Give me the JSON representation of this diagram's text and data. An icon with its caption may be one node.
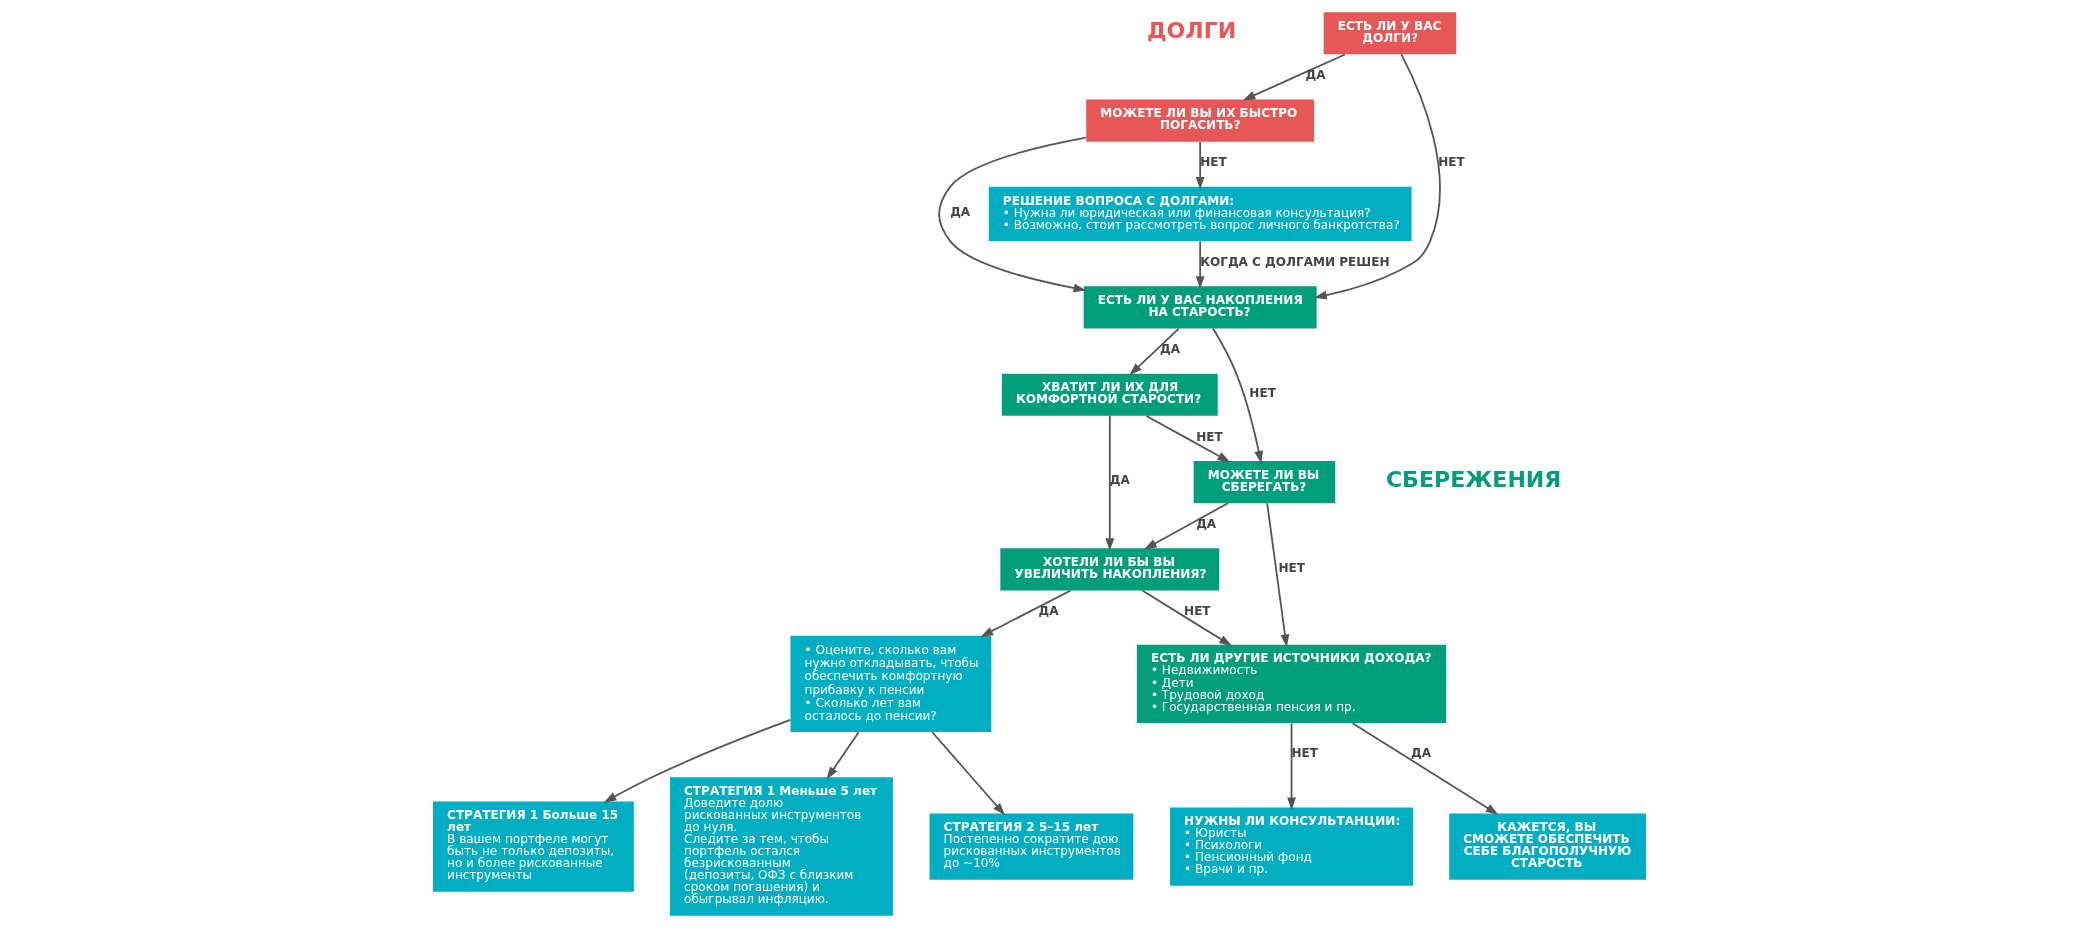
{
  "diagram": {
    "nodes": [
      {
        "text": [
          "ЕСТЬ ЛИ У ВАС ДОЛГИ?"
        ]
      },
      {
        "text": [
          "МОЖЕТЕ ЛИ ВЫ ИХ БЫСТРО ПОГАСИТЬ?"
        ]
      },
      {
        "text": [
          "РЕШЕНИЕ ВОПРОСА С ДОЛГАМИ:",
          "• Нужна ли юридическая или финансовая консультация?",
          "• Возможно, стоит рассмотреть вопрос личного банкротства?"
        ]
      },
      {
        "text": [
          "ЕСТЬ ЛИ У ВАС НАКОПЛЕНИЯ НА СТАРОСТЬ?"
        ]
      },
      {
        "text": [
          "ХВАТИТ ЛИ ИХ ДЛЯ КОМФОРТНОЙ СТАРОСТИ?"
        ]
      },
      {
        "text": [
          "МОЖЕТЕ ЛИ ВЫ СБЕРЕГАТЬ?"
        ]
      },
      {
        "text": [
          "ХОТЕЛИ ЛИ БЫ ВЫ УВЕЛИЧИТЬ НАКОПЛЕНИЯ?"
        ]
      },
      {
        "text": [
          "• Оцените, сколько вам нужно откладывать, чтобы обеспечить комфортную прибавку к пенсии",
          "• Сколько лет вам осталось до пенсии?"
        ]
      },
      {
        "text": [
          "СТРАТЕГИЯ 1 Меньше 5 лет",
          "Доведите долю рискованных инструментов до нуля.",
          "Следите за тем, чтобы портфель остался безрискованным (депозиты, ОФЗ с близким сроком погашения) и обыгрывал инфляцию."
        ]
      },
      {
        "text": [
          "СТРАТЕГИЯ 2 5–15 лет",
          "Постепенно сократите дою рискованных инструментов до ~10%"
        ]
      },
      {
        "text": [
          "СТРАТЕГИЯ 1 Больше 15 лет",
          "В вашем портфеле могут быть не только депозиты, но и более рискованные инструменты"
        ]
      },
      {
        "text": [
          "ЕСТЬ ЛИ ДРУГИЕ ИСТОЧНИКИ ДОХОДА?",
          "• Недвижимость",
          "• Дети",
          "• Трудовой доход",
          "• Государственная пенсия и пр."
        ]
      },
      {
        "text": [
          "КАЖЕТСЯ, ВЫ СМОЖЕТЕ ОБЕСПЕЧИТЬ СЕБЕ БЛАГОПОЛУЧНУЮ СТАРОСТЬ"
        ]
      },
      {
        "text": [
          "НУЖНЫ ЛИ КОНСУЛЬТАНЦИИ:",
          "• Юристы",
          "• Психологи",
          "• Пенсионный фонд",
          "• Врачи и пр."
        ]
      }
    ],
    "edges": [
      {
        "from": 0,
        "to": 1,
        "arrow": "to",
        "label": "ДА"
      },
      {
        "from": 0,
        "to": 3,
        "arrow": "to",
        "label": "НЕТ"
      },
      {
        "from": 1,
        "to": 2,
        "arrow": "to",
        "label": "НЕТ"
      },
      {
        "from": 1,
        "to": 3,
        "arrow": "to",
        "label": "ДА"
      },
      {
        "from": 2,
        "to": 3,
        "arrow": "to",
        "label": "КОГДА С ДОЛГАМИ РЕШЕН"
      },
      {
        "from": 3,
        "to": 4,
        "arrow": "to",
        "label": "ДА"
      },
      {
        "from": 3,
        "to": 5,
        "arrow": "to",
        "label": "НЕТ"
      },
      {
        "from": 4,
        "to": 5,
        "arrow": "to",
        "label": "НЕТ"
      },
      {
        "from": 4,
        "to": 6,
        "arrow": "to",
        "label": "ДА"
      },
      {
        "from": 5,
        "to": 6,
        "arrow": "to",
        "label": "ДА"
      },
      {
        "from": 5,
        "to": 11,
        "arrow": "to",
        "label": "НЕТ"
      },
      {
        "from": 6,
        "to": 7,
        "arrow": "to",
        "label": "ДА"
      },
      {
        "from": 6,
        "to": 11,
        "arrow": "to",
        "label": "НЕТ"
      },
      {
        "from": 7,
        "to": 8,
        "arrow": "to"
      },
      {
        "from": 7,
        "to": 9,
        "arrow": "to"
      },
      {
        "from": 7,
        "to": 10,
        "arrow": "to"
      },
      {
        "from": 11,
        "to": 12,
        "arrow": "to",
        "label": "ДА"
      },
      {
        "from": 11,
        "to": 13,
        "arrow": "to",
        "label": "НЕТ"
      }
    ],
    "labels": [
      "ДОЛГИ",
      "СБЕРЕЖЕНИЯ"
    ]
  }
}
